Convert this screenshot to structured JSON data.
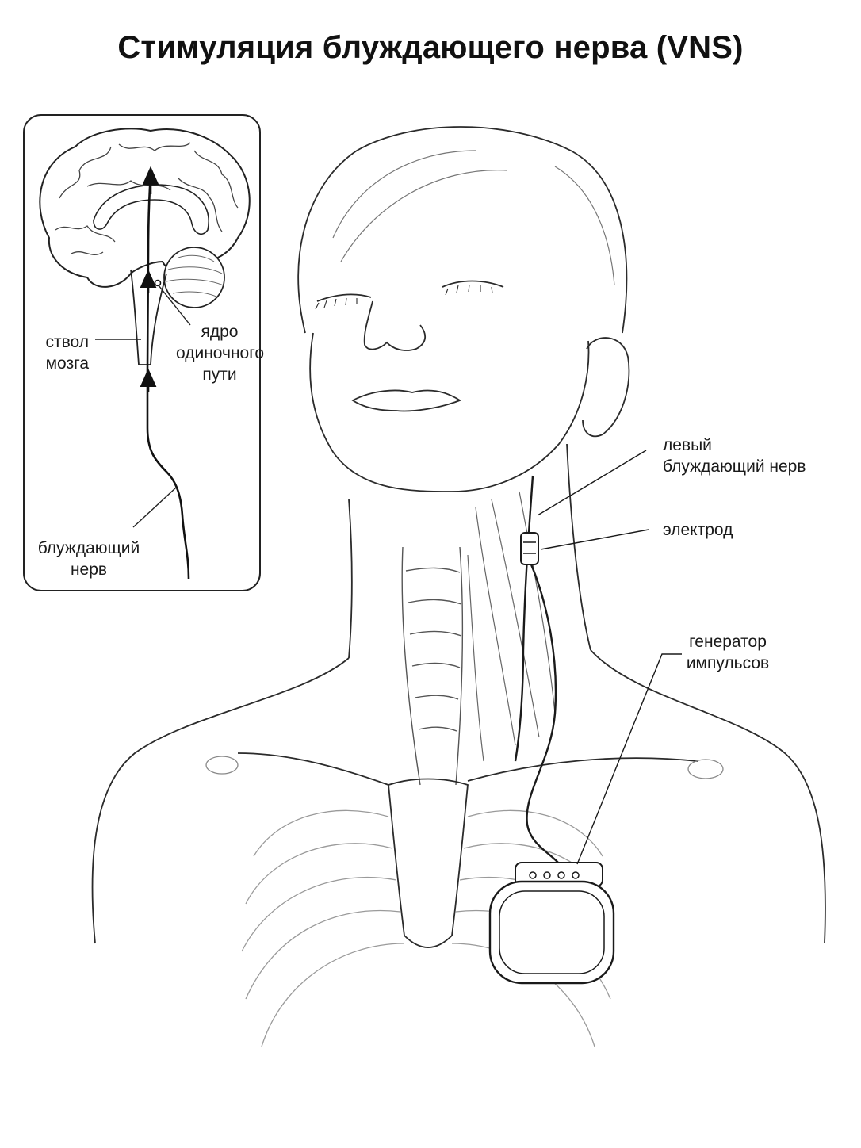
{
  "title": "Стимуляция блуждающего нерва (VNS)",
  "inset": {
    "brainstem": [
      "ствол",
      "мозга"
    ],
    "nucleus": [
      "ядро",
      "одиночного",
      "пути"
    ],
    "vagus": [
      "блуждающий",
      "нерв"
    ]
  },
  "labels": {
    "left_vagus": [
      "левый",
      "блуждающий нерв"
    ],
    "electrode": "электрод",
    "generator": [
      "генератор",
      "импульсов"
    ]
  },
  "colors": {
    "ink": "#1a1a1a",
    "line": "#2b2b2b",
    "light": "#8a8a8a"
  }
}
